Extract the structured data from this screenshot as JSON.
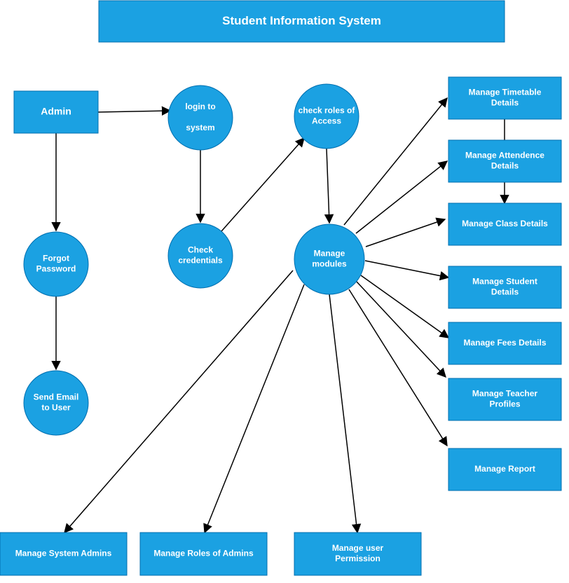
{
  "colors": {
    "fill": "#1ba1e2",
    "stroke": "#006eaf",
    "edge": "#000000",
    "text": "#ffffff"
  },
  "title": "Student Information System",
  "nodes": [
    {
      "id": "admin",
      "shape": "rect",
      "lines": [
        "Admin"
      ]
    },
    {
      "id": "login",
      "shape": "circle",
      "lines": [
        "login to",
        "",
        "system"
      ]
    },
    {
      "id": "check_roles",
      "shape": "circle",
      "lines": [
        "check roles of",
        "Access"
      ]
    },
    {
      "id": "check_credentials",
      "shape": "circle",
      "lines": [
        "Check",
        "credentials"
      ]
    },
    {
      "id": "forgot_password",
      "shape": "circle",
      "lines": [
        "Forgot",
        "Password"
      ]
    },
    {
      "id": "send_email",
      "shape": "circle",
      "lines": [
        "Send Email",
        "to User"
      ]
    },
    {
      "id": "manage_modules",
      "shape": "circle",
      "lines": [
        "Manage",
        "modules"
      ]
    },
    {
      "id": "timetable",
      "shape": "rect",
      "lines": [
        "Manage Timetable",
        "Details"
      ]
    },
    {
      "id": "attendence",
      "shape": "rect",
      "lines": [
        "Manage Attendence",
        "Details"
      ]
    },
    {
      "id": "class",
      "shape": "rect",
      "lines": [
        "Manage Class Details"
      ]
    },
    {
      "id": "student",
      "shape": "rect",
      "lines": [
        "Manage Student",
        "Details"
      ]
    },
    {
      "id": "fees",
      "shape": "rect",
      "lines": [
        "Manage Fees Details"
      ]
    },
    {
      "id": "teacher",
      "shape": "rect",
      "lines": [
        "Manage Teacher",
        "Profiles"
      ]
    },
    {
      "id": "report",
      "shape": "rect",
      "lines": [
        "Manage Report"
      ]
    },
    {
      "id": "system_admins",
      "shape": "rect",
      "lines": [
        "Manage System Admins"
      ]
    },
    {
      "id": "roles_admins",
      "shape": "rect",
      "lines": [
        "Manage Roles of Admins"
      ]
    },
    {
      "id": "user_permission",
      "shape": "rect",
      "lines": [
        "Manage user",
        "Permission"
      ]
    }
  ],
  "edges": [
    {
      "from": "admin",
      "to": "login",
      "arrow": true
    },
    {
      "from": "admin",
      "to": "forgot_password",
      "arrow": true
    },
    {
      "from": "forgot_password",
      "to": "send_email",
      "arrow": true
    },
    {
      "from": "login",
      "to": "check_credentials",
      "arrow": true
    },
    {
      "from": "check_credentials",
      "to": "check_roles",
      "arrow": true
    },
    {
      "from": "check_roles",
      "to": "manage_modules",
      "arrow": true
    },
    {
      "from": "manage_modules",
      "to": "timetable",
      "arrow": true
    },
    {
      "from": "manage_modules",
      "to": "attendence",
      "arrow": true
    },
    {
      "from": "manage_modules",
      "to": "class",
      "arrow": true
    },
    {
      "from": "manage_modules",
      "to": "student",
      "arrow": true
    },
    {
      "from": "manage_modules",
      "to": "fees",
      "arrow": true
    },
    {
      "from": "manage_modules",
      "to": "teacher",
      "arrow": true
    },
    {
      "from": "manage_modules",
      "to": "report",
      "arrow": true
    },
    {
      "from": "manage_modules",
      "to": "system_admins",
      "arrow": true
    },
    {
      "from": "manage_modules",
      "to": "roles_admins",
      "arrow": true
    },
    {
      "from": "manage_modules",
      "to": "user_permission",
      "arrow": true
    },
    {
      "from": "timetable",
      "to": "class",
      "arrow": true
    }
  ]
}
